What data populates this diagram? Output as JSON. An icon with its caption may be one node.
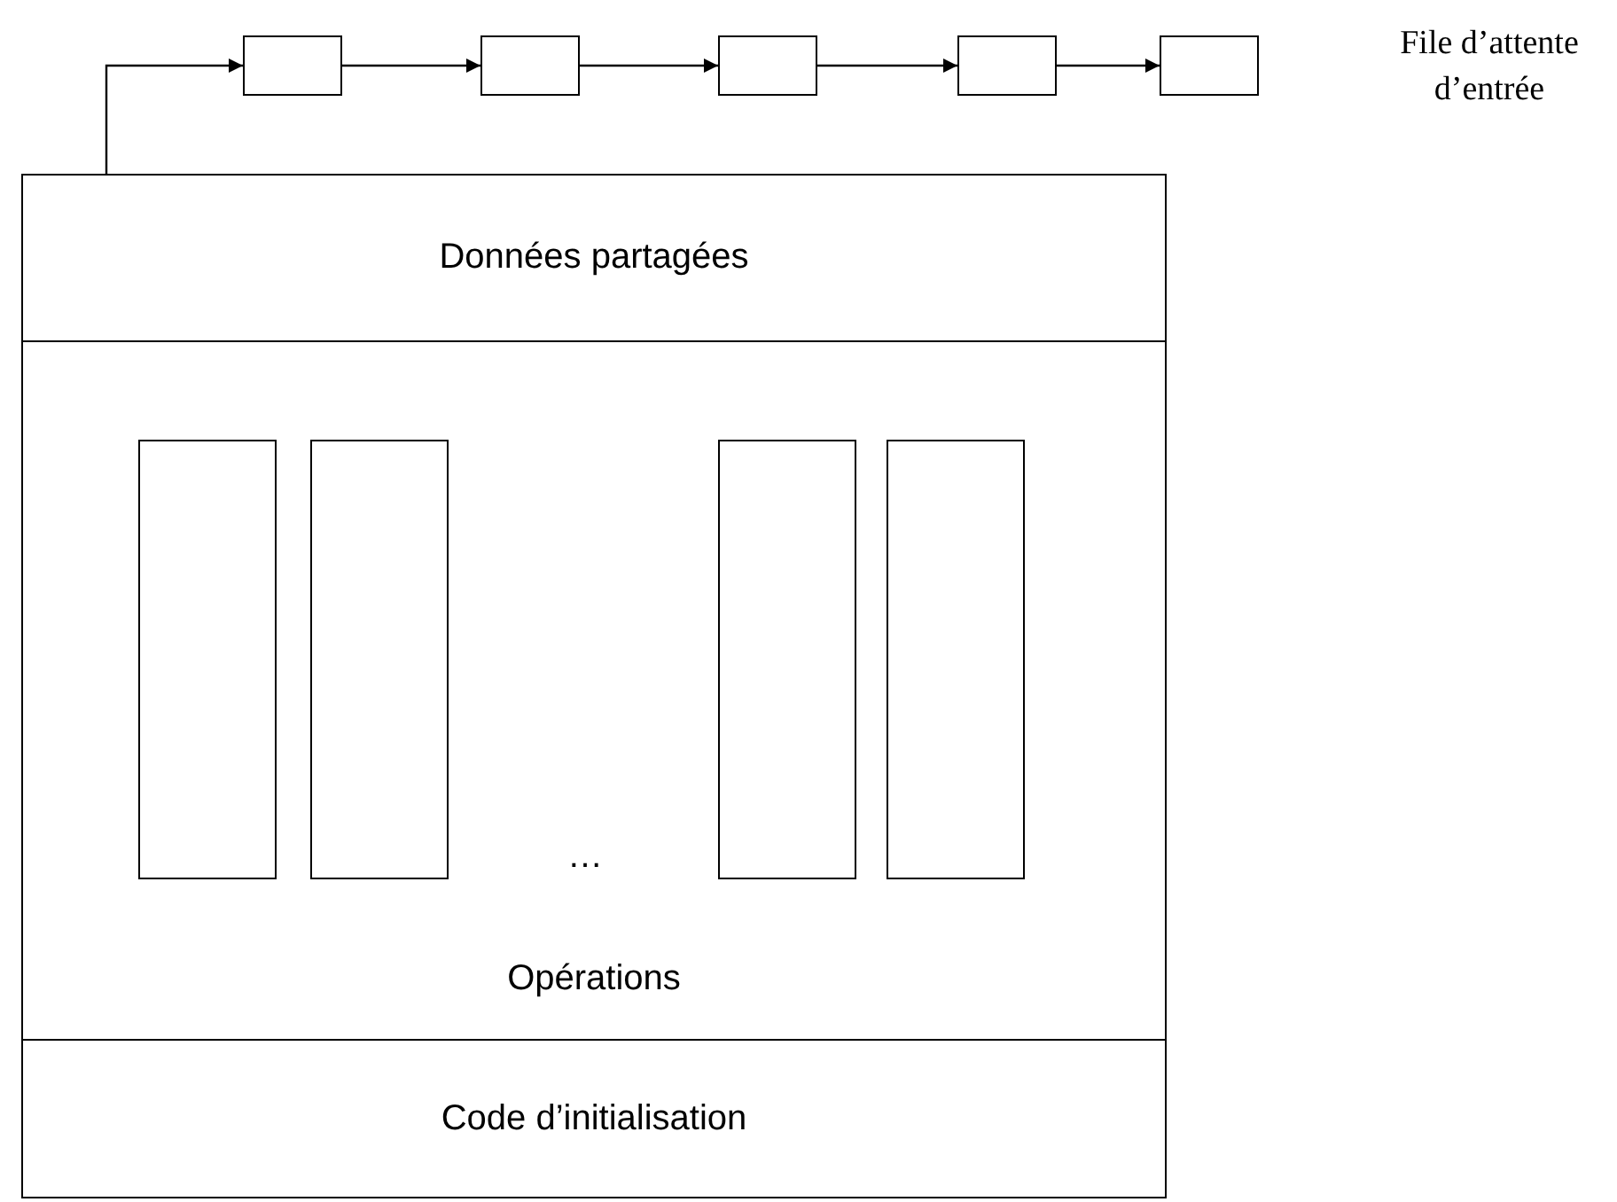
{
  "diagram": {
    "nodes": [
      {
        "text": [],
        "shape": "box"
      },
      {
        "text": [
          "Données partagées"
        ],
        "in": 0
      },
      {
        "text": [
          "Opérations"
        ],
        "in": 0
      },
      {
        "text": [
          "Code d’initialisation"
        ],
        "in": 0
      },
      {
        "text": [],
        "shape": "box",
        "in": 2
      },
      {
        "text": [],
        "shape": "box",
        "in": 2
      },
      {
        "text": [],
        "shape": "box",
        "in": 2
      },
      {
        "text": [],
        "shape": "box",
        "in": 2
      },
      {
        "text": [],
        "shape": "box"
      },
      {
        "text": [],
        "shape": "box"
      },
      {
        "text": [],
        "shape": "box"
      },
      {
        "text": [],
        "shape": "box"
      },
      {
        "text": [],
        "shape": "box"
      }
    ],
    "edges": [
      {
        "from": 0,
        "to": 8,
        "arrow": "to"
      },
      {
        "from": 8,
        "to": 9,
        "arrow": "to"
      },
      {
        "from": 9,
        "to": 10,
        "arrow": "to"
      },
      {
        "from": 10,
        "to": 11,
        "arrow": "to"
      },
      {
        "from": 11,
        "to": 12,
        "arrow": "to"
      }
    ],
    "labels": [
      "…",
      "File d’attente d’entrée"
    ]
  }
}
